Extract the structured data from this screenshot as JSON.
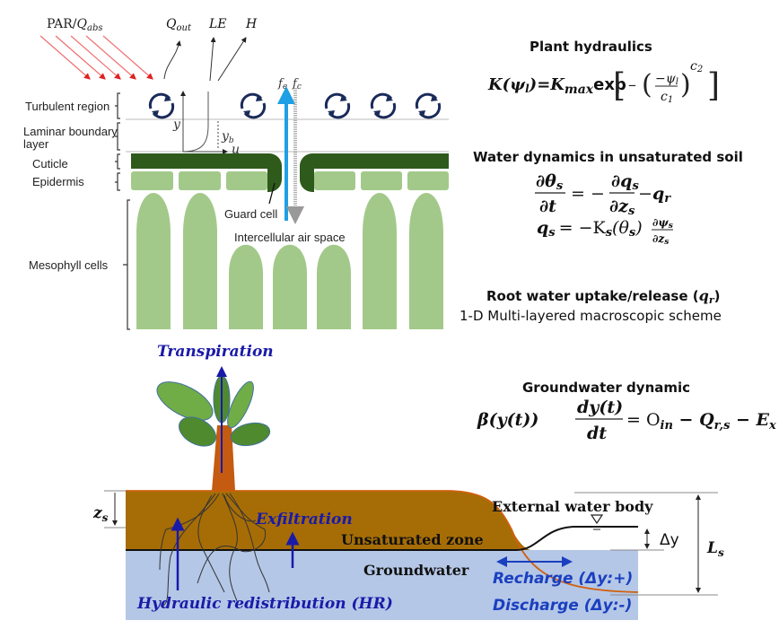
{
  "leaf_diagram": {
    "radiation_label": "PAR/",
    "radiation_symbol": "Q",
    "radiation_sub": "abs",
    "flux_labels": {
      "q_out": "Q",
      "q_out_sub": "out",
      "le": "LE",
      "h": "H"
    },
    "stomatal_flux_labels": {
      "fe": "f",
      "fe_sub": "e",
      "fc": "f",
      "fc_sub": "c"
    },
    "layer_labels": {
      "turbulent": "Turbulent region",
      "laminar_1": "Laminar boundary",
      "laminar_2": "layer",
      "cuticle": "Cuticle",
      "epidermis": "Epidermis",
      "mesophyll": "Mesophyll cells"
    },
    "profile_labels": {
      "y": "y",
      "yb": "y",
      "yb_sub": "b",
      "u": "u"
    },
    "guard_cell_label": "Guard cell",
    "air_space_label": "Intercellular air space",
    "colors": {
      "cuticle": "#2e5a1c",
      "cell": "#a3c98a",
      "flux_fe": "#1ea0e6",
      "flux_fc": "#9a9a9a",
      "radiation": "#f07070"
    }
  },
  "equations": {
    "plant_hydraulics": {
      "title": "Plant hydraulics",
      "lhs": "K(ψ",
      "lhs_sub": "l",
      "mid": ")=K",
      "kmax_sub": "max",
      "exp": "exp",
      "num": "−ψ",
      "num_sub": "l",
      "den": "c",
      "den_sub": "1",
      "pow": "c",
      "pow_sub": "2"
    },
    "soil_water": {
      "title": "Water dynamics in unsaturated soil",
      "eq1_lhs_num": "∂θ",
      "eq1_lhs_num_sub": "s",
      "eq1_lhs_den": "∂t",
      "eq1_rhs_num": "∂q",
      "eq1_rhs_num_sub": "s",
      "eq1_rhs_den": "∂z",
      "eq1_rhs_den_sub": "s",
      "eq1_tail": "q",
      "eq1_tail_sub": "r",
      "eq2_lhs": "q",
      "eq2_lhs_sub": "s",
      "eq2_mid": "= −K",
      "eq2_k_sub": "s",
      "eq2_arg": "(θ",
      "eq2_arg_sub": "s",
      "eq2_arg_end": ")",
      "eq2_frac_num": "∂ψ",
      "eq2_frac_num_sub": "s",
      "eq2_frac_den": "∂z",
      "eq2_frac_den_sub": "s"
    },
    "root_uptake": {
      "title": "Root water uptake/release (",
      "symbol": "q",
      "symbol_sub": "r",
      "title_end": ")",
      "subtitle": "1-D Multi-layered macroscopic scheme"
    },
    "groundwater": {
      "title": "Groundwater dynamic",
      "lhs": "β(y(t))",
      "frac_num": "dy(t)",
      "frac_den": "dt",
      "rhs": "= O",
      "o_sub": "in",
      "minus1": " − Q",
      "q_sub": "r,s",
      "minus2": " − E",
      "e_sub": "x"
    }
  },
  "soil_diagram": {
    "transpiration": "Transpiration",
    "exfiltration": "Exfiltration",
    "unsaturated_zone": "Unsaturated zone",
    "groundwater": "Groundwater",
    "hydraulic_redistribution": "Hydraulic redistribution (HR)",
    "external_water_body": "External water body",
    "recharge": "Recharge (Δy:+)",
    "discharge": "Discharge (Δy:-)",
    "delta_y": "Δy",
    "zs": "z",
    "zs_sub": "s",
    "ls": "L",
    "ls_sub": "s",
    "colors": {
      "soil": "#a66d06",
      "groundwater": "#b4c7e7",
      "trunk": "#c55a11",
      "leaf_light": "#70ad47",
      "leaf_dark": "#4f8a2e",
      "arrow": "#1a1aa8"
    }
  }
}
